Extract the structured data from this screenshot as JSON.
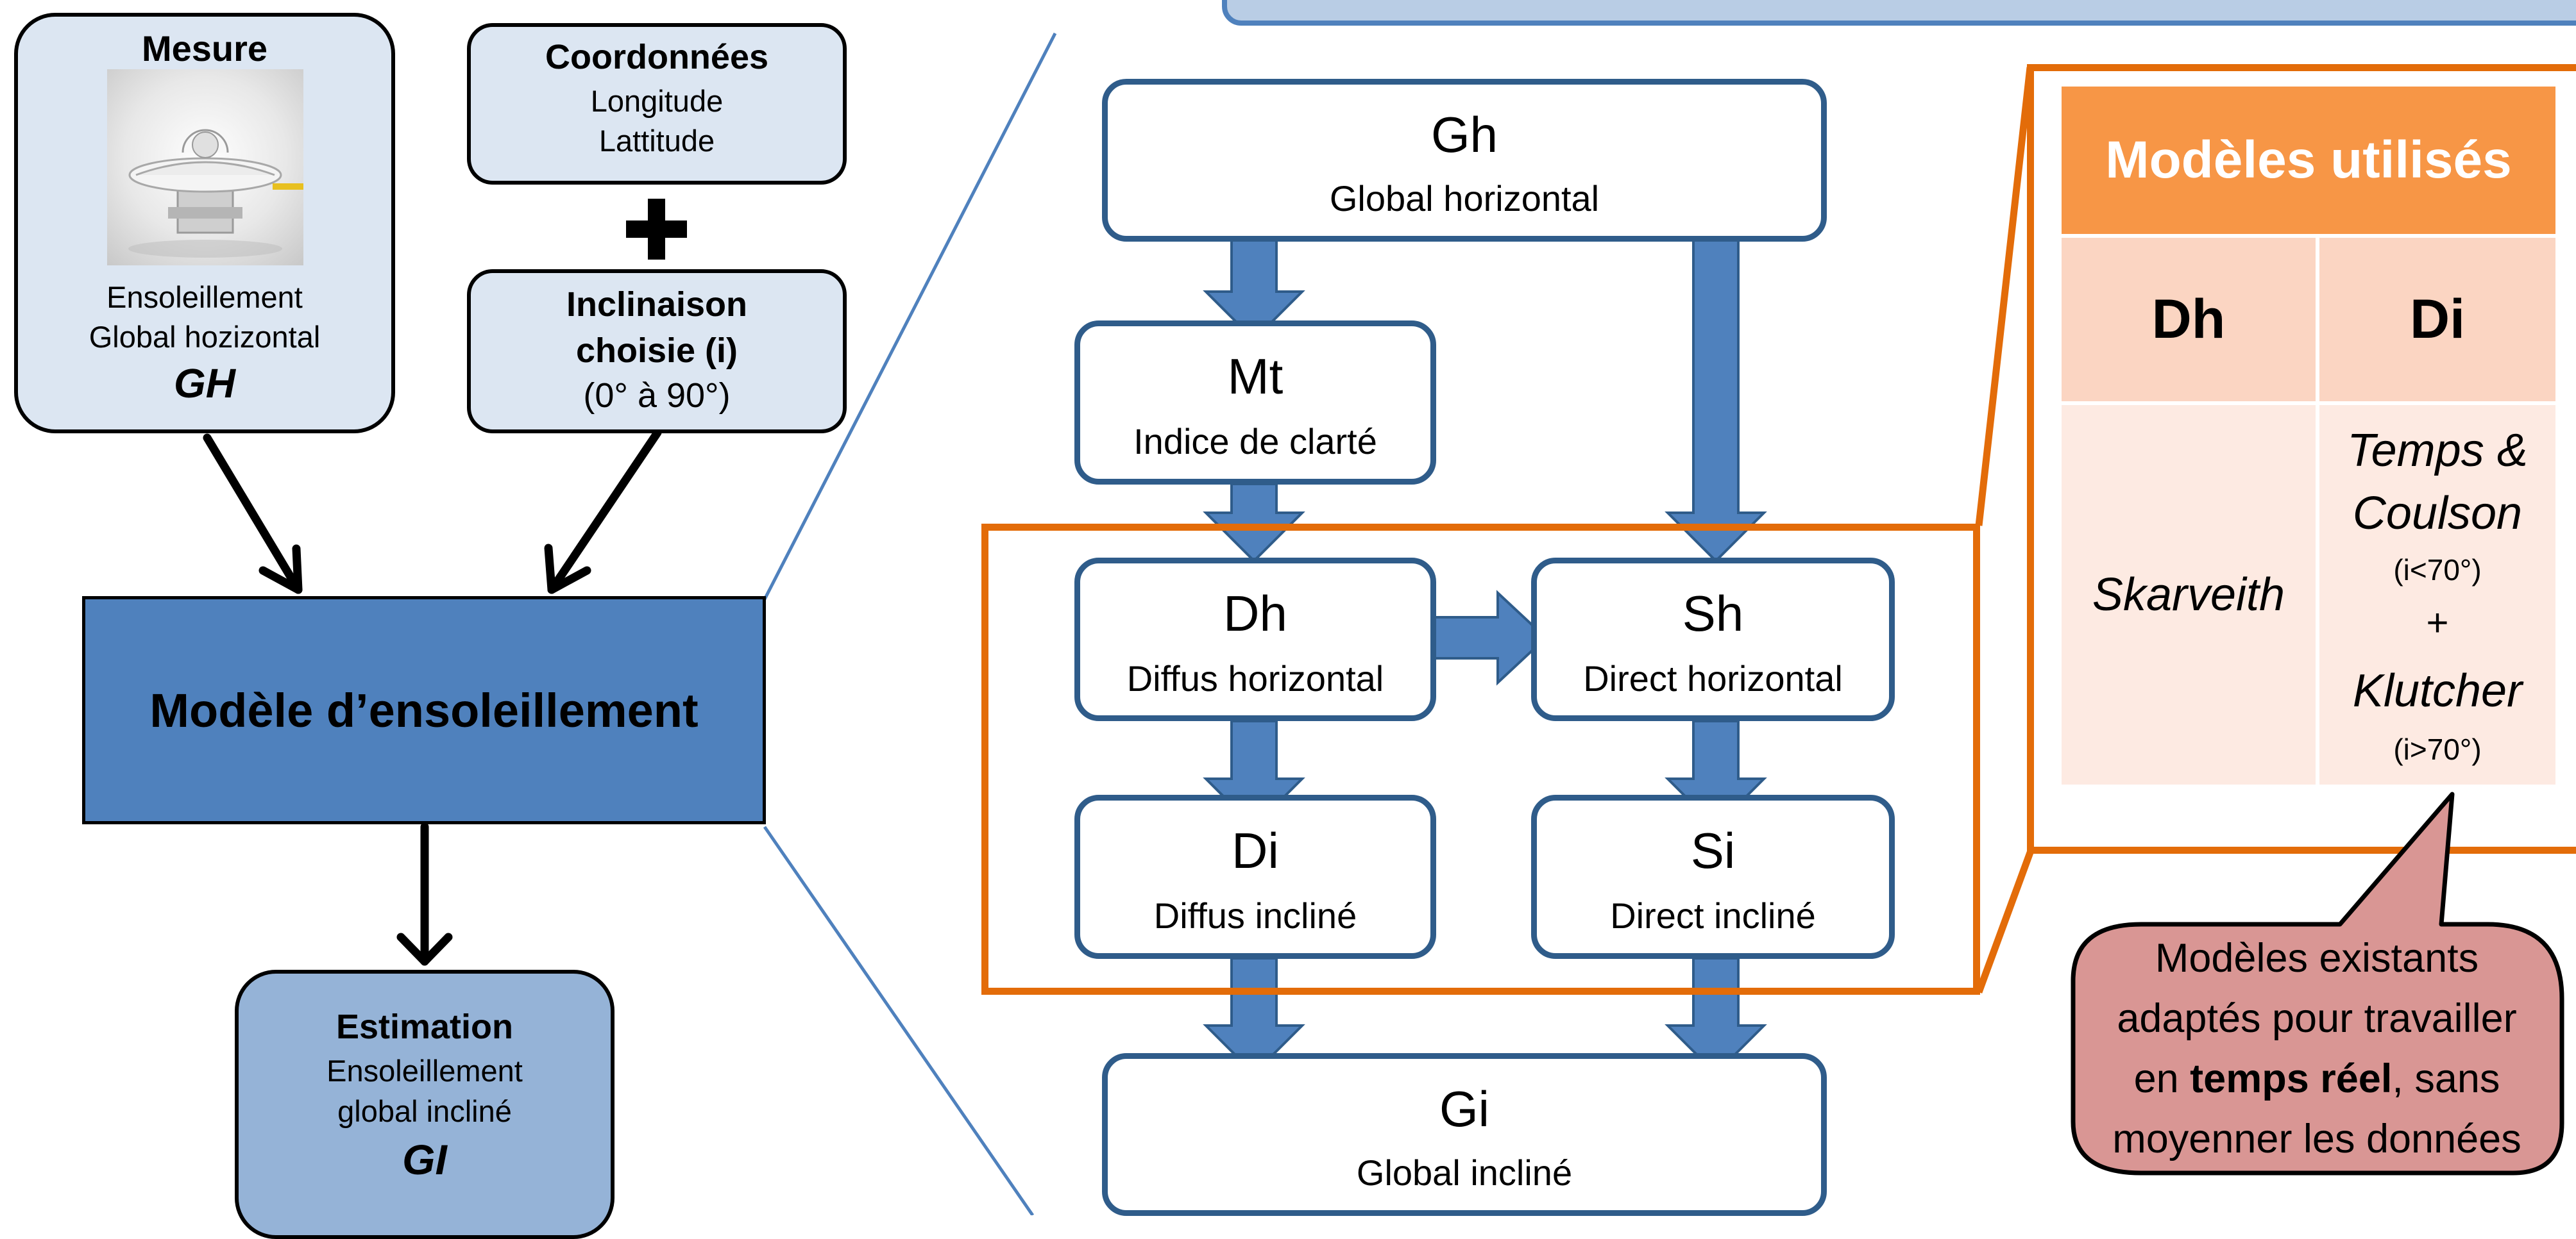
{
  "left": {
    "mesure": {
      "title": "Mesure",
      "line1": "Ensoleillement",
      "line2": "Global hozizontal",
      "symbol": "GH",
      "image_icon": "pyranometer-icon"
    },
    "coords": {
      "title": "Coordonnées",
      "line1": "Longitude",
      "line2": "Lattitude"
    },
    "plus_icon": "plus-icon",
    "inclinaison": {
      "title_line1": "Inclinaison",
      "title_line2": "choisie (i)",
      "range": "(0° à 90°)"
    },
    "model": {
      "label": "Modèle d’ensoleillement",
      "color": "#4f81bd"
    },
    "estimation": {
      "title": "Estimation",
      "line1": "Ensoleillement",
      "line2": "global incliné",
      "symbol": "GI",
      "color": "#95b3d7"
    }
  },
  "flow": {
    "gh": {
      "label": "Gh",
      "sub": "Global horizontal"
    },
    "mt": {
      "label": "Mt",
      "sub": "Indice de clarté"
    },
    "dh": {
      "label": "Dh",
      "sub": "Diffus horizontal"
    },
    "sh": {
      "label": "Sh",
      "sub": "Direct horizontal"
    },
    "di": {
      "label": "Di",
      "sub": "Diffus incliné"
    },
    "si": {
      "label": "Si",
      "sub": "Direct incliné"
    },
    "gi": {
      "label": "Gi",
      "sub": "Global incliné"
    },
    "arrow_color": "#4f81bd",
    "border_color": "#2f5c8a"
  },
  "models": {
    "title": "Modèles utilisés",
    "col1": "Dh",
    "col2": "Di",
    "dh_model": "Skarveith",
    "di_model1_line1": "Temps &",
    "di_model1_line2": "Coulson",
    "di_cond1": "(i<70°)",
    "plus": "+",
    "di_model2": "Klutcher",
    "di_cond2": "(i>70°)",
    "header_color": "#f79646",
    "frame_color": "#e36c09"
  },
  "callout": {
    "line1": "Modèles existants",
    "line2": "adaptés pour travailler",
    "line3_pre": "en ",
    "line3_bold": "temps réel",
    "line3_post": ", sans",
    "line4": "moyenner les données",
    "color": "#d99694"
  }
}
